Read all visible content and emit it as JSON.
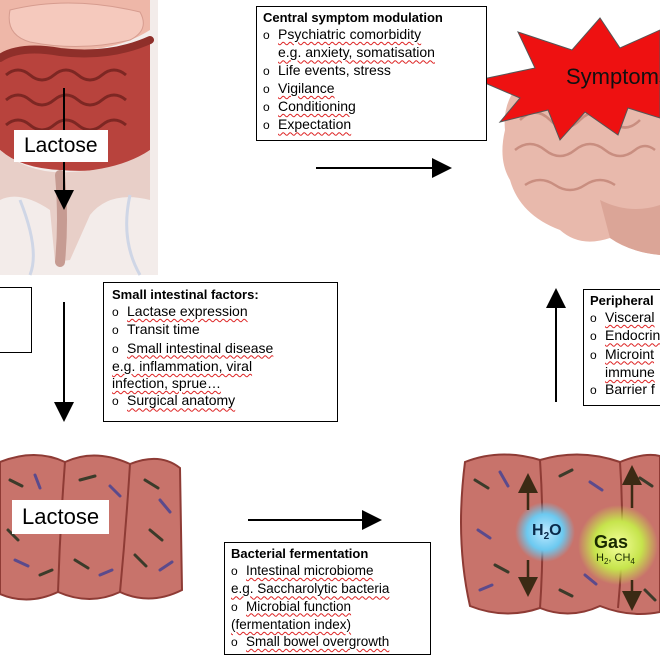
{
  "labels": {
    "lactose_top": "Lactose",
    "lactose_colon": "Lactose",
    "symptoms": "Symptoms",
    "water": "H",
    "water_sub": "2",
    "water_tail": "O",
    "gas": "Gas",
    "gas_formula": "H",
    "gas_formula_2": "2",
    "gas_formula_mid": ", CH",
    "gas_formula_4": "4"
  },
  "central": {
    "title": "Central symptom modulation",
    "items": [
      "Psychiatric comorbidity",
      "e.g. anxiety, somatisation",
      "Life events, stress",
      "Vigilance",
      "Conditioning",
      "Expectation"
    ]
  },
  "small_intestinal": {
    "title": "Small intestinal factors:",
    "items": [
      "Lactase expression",
      "Transit time",
      "Small intestinal disease",
      "e.g. inflammation, viral",
      "infection, sprue…",
      "Surgical anatomy"
    ]
  },
  "bacterial": {
    "title": "Bacterial fermentation",
    "items": [
      "Intestinal microbiome",
      "e.g. Saccharolytic bacteria",
      "Microbial function",
      "(fermentation index)",
      "Small bowel overgrowth"
    ]
  },
  "peripheral": {
    "title": "Peripheral",
    "items": [
      "Visceral",
      "Endocrin",
      "Microint",
      "immune",
      "Barrier f"
    ]
  },
  "colors": {
    "bowel": "#c8736b",
    "bowel_dark": "#8e3b35",
    "burst": "#ee1111",
    "brain": "#e8b9ac"
  }
}
